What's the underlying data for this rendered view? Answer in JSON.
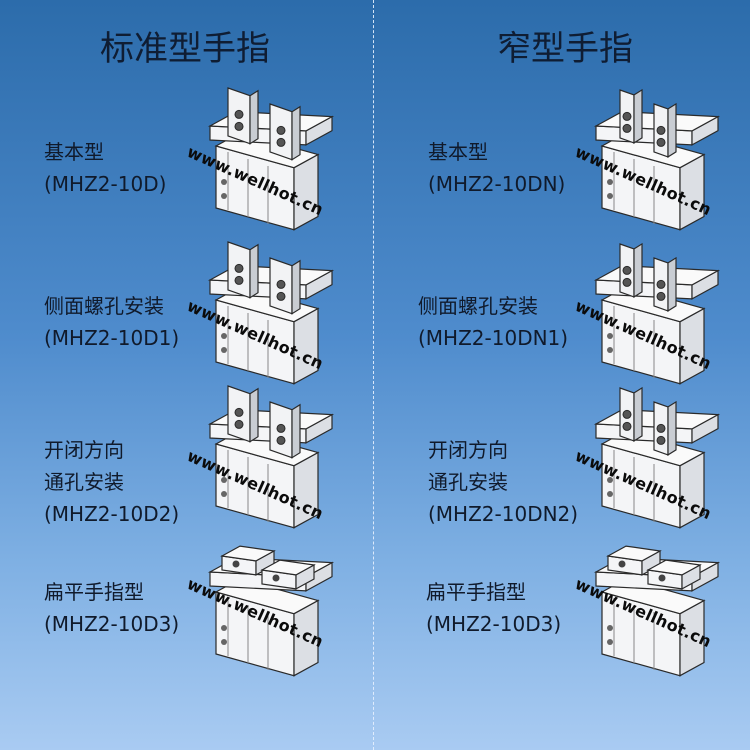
{
  "columns": [
    {
      "title": "标准型手指",
      "items": [
        {
          "lines": [
            "基本型",
            "(MHZ2-10D)"
          ],
          "variant": "standard"
        },
        {
          "lines": [
            "侧面螺孔安装",
            "(MHZ2-10D1)"
          ],
          "variant": "standard"
        },
        {
          "lines": [
            "开闭方向",
            "通孔安装",
            "(MHZ2-10D2)"
          ],
          "variant": "standard"
        },
        {
          "lines": [
            "扁平手指型",
            "(MHZ2-10D3)"
          ],
          "variant": "flat"
        }
      ]
    },
    {
      "title": "窄型手指",
      "items": [
        {
          "lines": [
            "基本型",
            "(MHZ2-10DN)"
          ],
          "variant": "narrow"
        },
        {
          "lines": [
            "侧面螺孔安装",
            "(MHZ2-10DN1)"
          ],
          "variant": "narrow"
        },
        {
          "lines": [
            "开闭方向",
            "通孔安装",
            "(MHZ2-10DN2)"
          ],
          "variant": "narrow"
        },
        {
          "lines": [
            "扁平手指型",
            "(MHZ2-10D3)"
          ],
          "variant": "flat"
        }
      ]
    }
  ],
  "watermark": "www.wellhot.cn",
  "colors": {
    "background_top": "#2c6cab",
    "background_bottom": "#a9cbf2",
    "text": "#101a2b"
  }
}
